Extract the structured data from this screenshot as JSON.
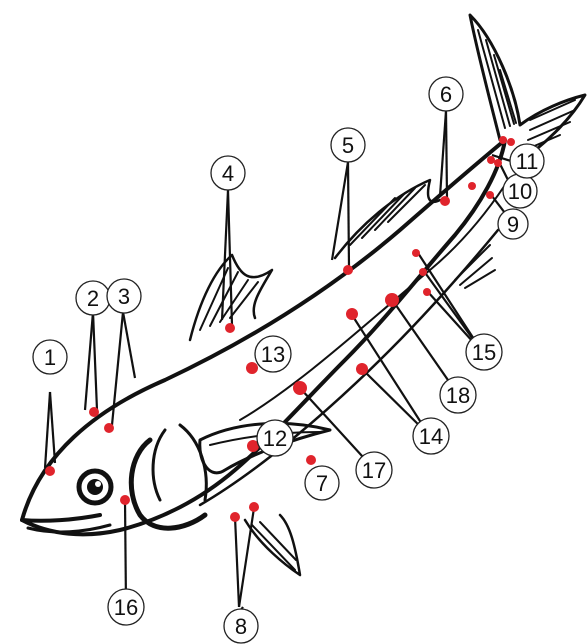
{
  "colors": {
    "marker": "#e0242c",
    "ink": "#111111",
    "background": "#ffffff"
  },
  "labels": [
    {
      "id": "1",
      "text": "1"
    },
    {
      "id": "2",
      "text": "2"
    },
    {
      "id": "3",
      "text": "3"
    },
    {
      "id": "4",
      "text": "4"
    },
    {
      "id": "5",
      "text": "5"
    },
    {
      "id": "6",
      "text": "6"
    },
    {
      "id": "7",
      "text": "7"
    },
    {
      "id": "8",
      "text": "8"
    },
    {
      "id": "9",
      "text": "9"
    },
    {
      "id": "10",
      "text": "10"
    },
    {
      "id": "11",
      "text": "11"
    },
    {
      "id": "12",
      "text": "12"
    },
    {
      "id": "13",
      "text": "13"
    },
    {
      "id": "14",
      "text": "14"
    },
    {
      "id": "15",
      "text": "15"
    },
    {
      "id": "16",
      "text": "16"
    },
    {
      "id": "17",
      "text": "17"
    },
    {
      "id": "18",
      "text": "18"
    }
  ]
}
